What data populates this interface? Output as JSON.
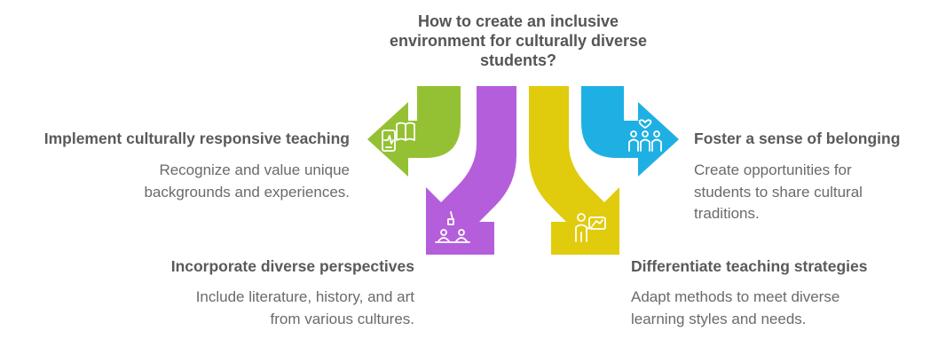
{
  "title": "How to create an inclusive environment for culturally diverse students?",
  "branches": [
    {
      "heading": "Implement culturally responsive teaching",
      "description": "Recognize and value unique backgrounds and experiences.",
      "color": "#94c133",
      "icon": "mobile-and-book-icon"
    },
    {
      "heading": "Incorporate diverse perspectives",
      "description": "Include literature, history, and art from various cultures.",
      "color": "#b55edb",
      "icon": "students-at-desk-icon"
    },
    {
      "heading": "Differentiate teaching strategies",
      "description": "Adapt methods to meet diverse learning styles and needs.",
      "color": "#e0cb0d",
      "icon": "teacher-at-board-icon"
    },
    {
      "heading": "Foster a sense of belonging",
      "description": "Create opportunities for students to share cultural traditions.",
      "color": "#1fb0e3",
      "icon": "group-with-heart-icon"
    }
  ]
}
